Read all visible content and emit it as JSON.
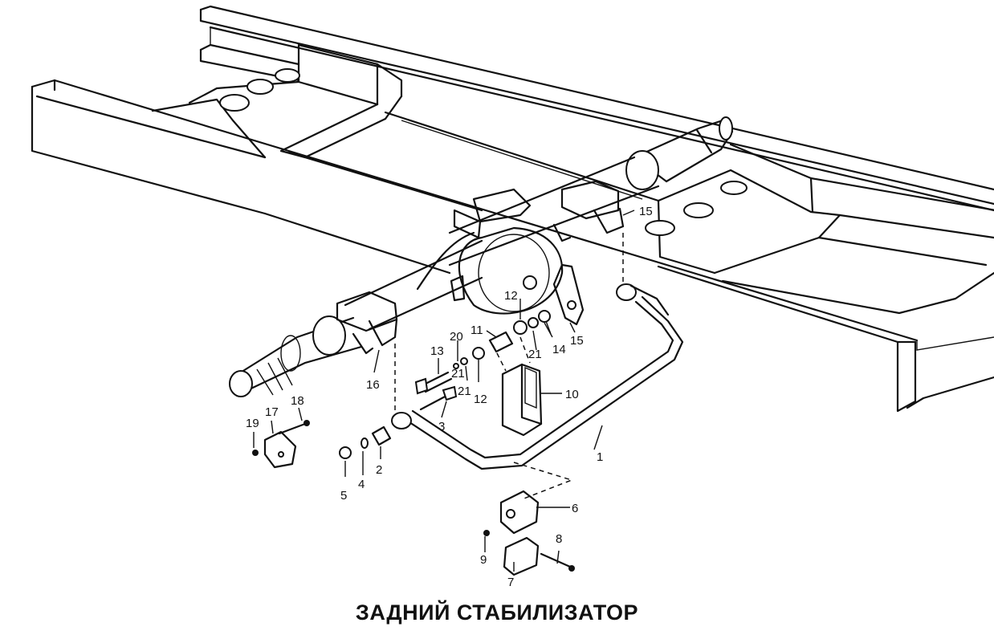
{
  "title": "ЗАДНИЙ СТАБИЛИЗАТОР",
  "callouts": [
    {
      "id": "1",
      "text": "1"
    },
    {
      "id": "2",
      "text": "2"
    },
    {
      "id": "3",
      "text": "3"
    },
    {
      "id": "4",
      "text": "4"
    },
    {
      "id": "5",
      "text": "5"
    },
    {
      "id": "6",
      "text": "6"
    },
    {
      "id": "7",
      "text": "7"
    },
    {
      "id": "8",
      "text": "8"
    },
    {
      "id": "9",
      "text": "9"
    },
    {
      "id": "10",
      "text": "10"
    },
    {
      "id": "11",
      "text": "11"
    },
    {
      "id": "12a",
      "text": "12"
    },
    {
      "id": "12b",
      "text": "12"
    },
    {
      "id": "13",
      "text": "13"
    },
    {
      "id": "14",
      "text": "14"
    },
    {
      "id": "15a",
      "text": "15"
    },
    {
      "id": "15b",
      "text": "15"
    },
    {
      "id": "16",
      "text": "16"
    },
    {
      "id": "17",
      "text": "17"
    },
    {
      "id": "18",
      "text": "18"
    },
    {
      "id": "19",
      "text": "19"
    },
    {
      "id": "20",
      "text": "20"
    },
    {
      "id": "21a",
      "text": "21"
    },
    {
      "id": "21b",
      "text": "21"
    },
    {
      "id": "21c",
      "text": "21"
    }
  ]
}
